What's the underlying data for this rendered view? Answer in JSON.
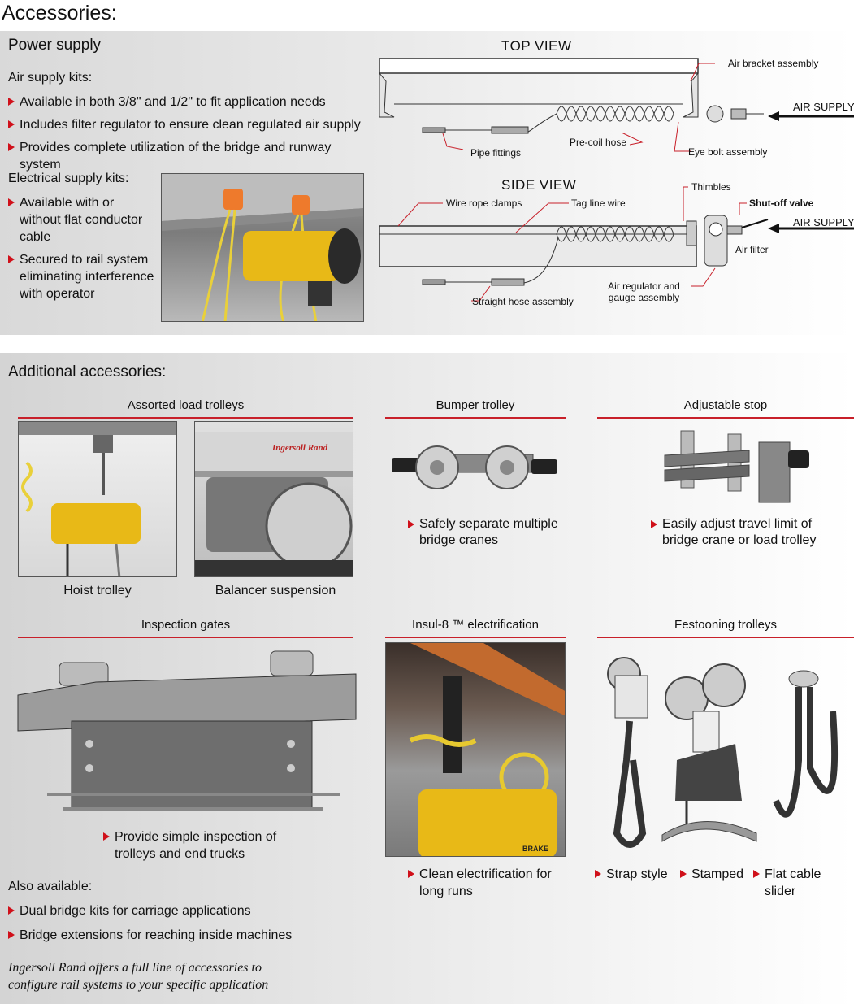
{
  "title": "Accessories:",
  "power": {
    "heading": "Power supply",
    "air_heading": "Air supply kits:",
    "air_bullets": [
      "Available in both 3/8\" and 1/2\" to fit application needs",
      "Includes filter regulator to ensure clean regulated air supply",
      "Provides complete utilization of the bridge and runway system"
    ],
    "elec_heading": "Electrical supply kits:",
    "elec_bullets": [
      "Available with or without flat conductor cable",
      "Secured to rail system eliminating interference with operator"
    ]
  },
  "diagram": {
    "top_view": "TOP VIEW",
    "side_view": "SIDE VIEW",
    "labels": {
      "air_bracket": "Air bracket assembly",
      "air_supply": "AIR SUPPLY",
      "pipe_fittings": "Pipe fittings",
      "precoil": "Pre-coil hose",
      "eye_bolt": "Eye bolt assembly",
      "wire_rope": "Wire rope clamps",
      "tag_line": "Tag line wire",
      "thimbles": "Thimbles",
      "shutoff": "Shut-off valve",
      "air_filter": "Air filter",
      "straight_hose": "Straight hose assembly",
      "regulator": "Air regulator and gauge assembly"
    }
  },
  "additional": {
    "heading": "Additional accessories:",
    "load_trolleys": {
      "title": "Assorted load trolleys",
      "cap1": "Hoist trolley",
      "cap2": "Balancer suspension"
    },
    "bumper": {
      "title": "Bumper trolley",
      "bullet": "Safely separate multiple bridge cranes"
    },
    "stop": {
      "title": "Adjustable stop",
      "bullet": "Easily adjust travel limit of bridge crane or load trolley"
    },
    "gates": {
      "title": "Inspection gates",
      "bullet": "Provide simple inspection of trolleys and end trucks"
    },
    "insul": {
      "title": "Insul-8 ™ electrification",
      "bullet": "Clean electrification for long runs"
    },
    "festoon": {
      "title": "Festooning trolleys",
      "items": [
        "Strap style",
        "Stamped",
        "Flat cable slider"
      ]
    },
    "also_heading": "Also available:",
    "also_bullets": [
      "Dual bridge kits for carriage applications",
      "Bridge extensions for reaching inside machines"
    ],
    "closing": "Ingersoll Rand offers a full line of accessories to configure rail systems to your specific application",
    "photo_brand": "Ingersoll Rand",
    "photo_brake": "BRAKE"
  },
  "colors": {
    "accent": "#c8202a",
    "hoist_yellow": "#e8b917",
    "orange": "#e8742a"
  }
}
